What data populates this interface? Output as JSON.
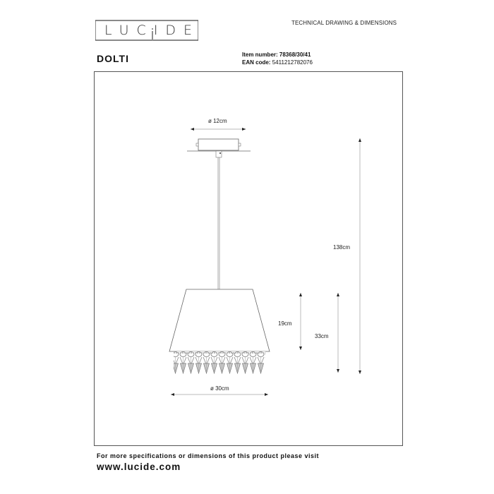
{
  "header": {
    "brand_logo": "LUCIDE",
    "document_type": "TECHNICAL DRAWING & DIMENSIONS"
  },
  "product": {
    "name": "DOLTI",
    "item_number_label": "Item number:",
    "item_number": "78368/30/41",
    "ean_label": "EAN code:",
    "ean": "5411212782076"
  },
  "drawing": {
    "canopy_diameter": "ø 12cm",
    "shade_diameter": "ø 30cm",
    "total_height": "138cm",
    "shade_height": "19cm",
    "fixture_height": "33cm"
  },
  "footer": {
    "note": "For more specifications or dimensions of this product please visit",
    "website": "www.lucide.com"
  }
}
